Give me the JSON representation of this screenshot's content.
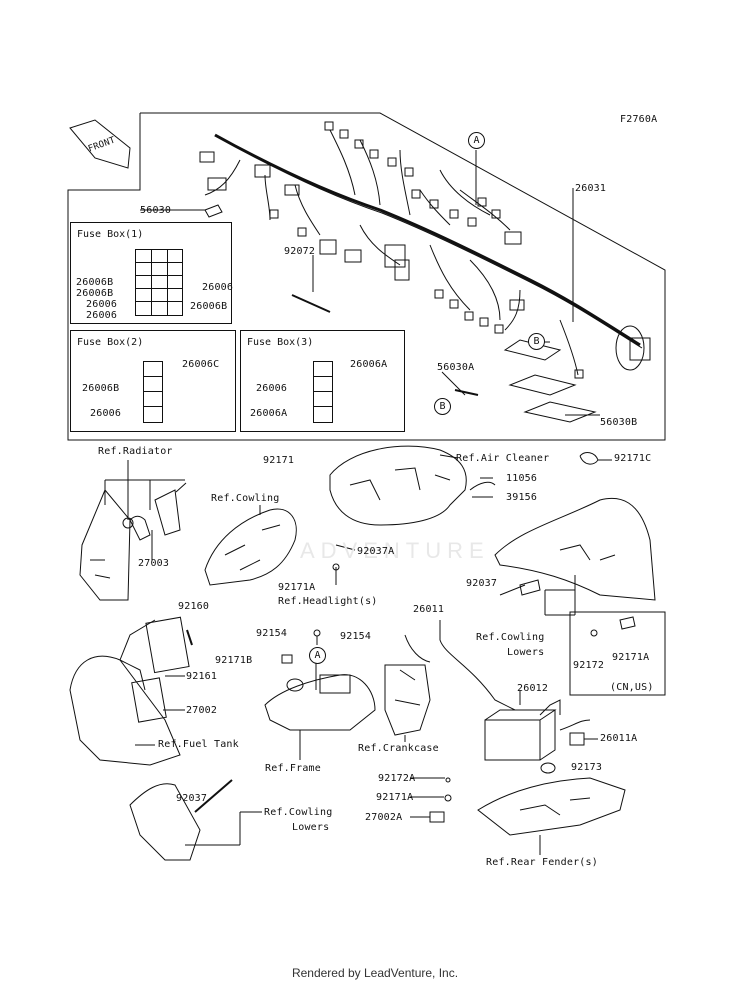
{
  "figure_code": "F2760A",
  "front_label": "FRONT",
  "harness_part": "26031",
  "callouts": {
    "A": "A",
    "B": "B"
  },
  "top_labels": {
    "p56030": "56030",
    "p92072": "92072",
    "p56030A": "56030A",
    "p56030B": "56030B"
  },
  "fuse_box_1": {
    "title": "Fuse Box(1)",
    "left": [
      "26006B",
      "26006B",
      "26006",
      "26006"
    ],
    "right": [
      "26006",
      "26006B"
    ]
  },
  "fuse_box_2": {
    "title": "Fuse Box(2)",
    "top": "26006C",
    "left": [
      "26006B",
      "26006"
    ]
  },
  "fuse_box_3": {
    "title": "Fuse Box(3)",
    "top": "26006A",
    "left": [
      "26006",
      "26006A"
    ]
  },
  "lower_labels": {
    "ref_radiator": "Ref.Radiator",
    "p92171": "92171",
    "ref_air_cleaner": "Ref.Air Cleaner",
    "p92171C": "92171C",
    "p11056": "11056",
    "p39156": "39156",
    "ref_cowling": "Ref.Cowling",
    "p27003": "27003",
    "p92037A": "92037A",
    "p92171A_top": "92171A",
    "ref_headlight": "Ref.Headlight(s)",
    "p92037_right": "92037",
    "ref_cowling_lowers_right": "Ref.Cowling",
    "lowers_right": "Lowers",
    "p92160": "92160",
    "p92154_a": "92154",
    "p26011": "26011",
    "p92154_b": "92154",
    "p92172": "92172",
    "p92171A_box": "92171A",
    "cn_us": "(CN,US)",
    "p92171B": "92171B",
    "p92161": "92161",
    "p26012": "26012",
    "p27002": "27002",
    "p26011A": "26011A",
    "ref_fuel_tank": "Ref.Fuel Tank",
    "ref_crankcase": "Ref.Crankcase",
    "ref_frame": "Ref.Frame",
    "p92173": "92173",
    "p92037_left": "92037",
    "p92172A": "92172A",
    "ref_cowling_lowers_left": "Ref.Cowling",
    "lowers_left": "Lowers",
    "p92171A_b": "92171A",
    "p27002A": "27002A",
    "ref_rear_fender": "Ref.Rear Fender(s)"
  },
  "watermark": "ADVENTURE",
  "footer": "Rendered by LeadVenture, Inc."
}
